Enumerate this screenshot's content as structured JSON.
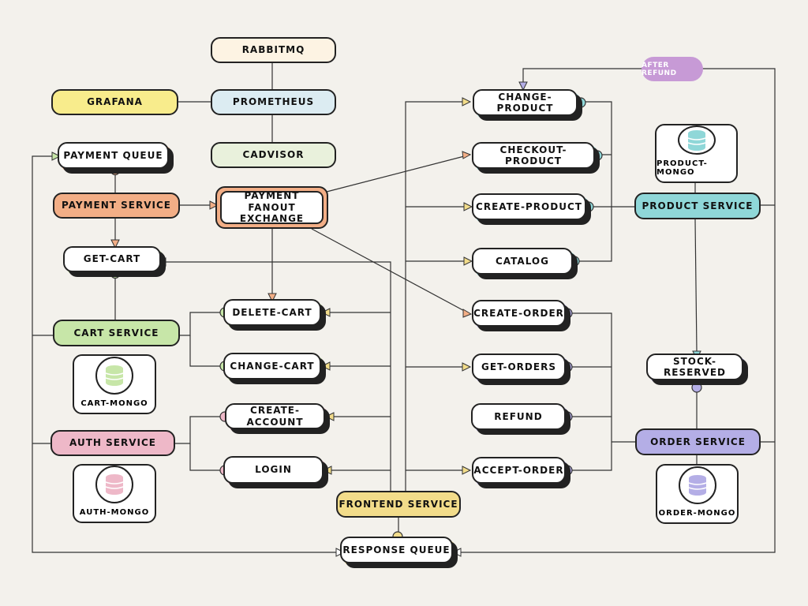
{
  "nodes": {
    "rabbitmq": "RABBITMQ",
    "prometheus": "PROMETHEUS",
    "grafana": "GRAFANA",
    "cadvisor": "CADVISOR",
    "payment_queue": "PAYMENT QUEUE",
    "payment_service": "PAYMENT SERVICE",
    "payment_fanout_exchange": "PAYMENT FANOUT EXCHANGE",
    "get_cart": "GET-CART",
    "cart_service": "CART SERVICE",
    "delete_cart": "DELETE-CART",
    "change_cart": "CHANGE-CART",
    "auth_service": "AUTH SERVICE",
    "create_account": "CREATE-ACCOUNT",
    "login": "LOGIN",
    "frontend_service": "FRONTEND SERVICE",
    "response_queue": "RESPONSE QUEUE",
    "change_product": "CHANGE-PRODUCT",
    "checkout_product": "CHECKOUT-PRODUCT",
    "create_product": "CREATE-PRODUCT",
    "catalog": "CATALOG",
    "create_order": "CREATE-ORDER",
    "get_orders": "GET-ORDERS",
    "refund": "REFUND",
    "accept_order": "ACCEPT-ORDER",
    "product_service": "PRODUCT SERVICE",
    "stock_reserved": "STOCK-RESERVED",
    "order_service": "ORDER SERVICE"
  },
  "databases": {
    "cart_mongo": "CART-MONGO",
    "auth_mongo": "AUTH-MONGO",
    "product_mongo": "PRODUCT-MONGO",
    "order_mongo": "ORDER-MONGO"
  },
  "annotations": {
    "after_refund": "AFTER REFUND"
  },
  "colors": {
    "rabbitmq": "#fdf3e3",
    "prometheus": "#dcecf2",
    "grafana": "#f8ec8c",
    "cadvisor": "#e9f1dc",
    "payment": "#f2ae86",
    "cart": "#c7e6a8",
    "auth": "#eeb8c8",
    "frontend": "#f2dc8a",
    "product": "#8fd7d8",
    "order": "#b4aee6",
    "cloud": "#c79ad6"
  }
}
